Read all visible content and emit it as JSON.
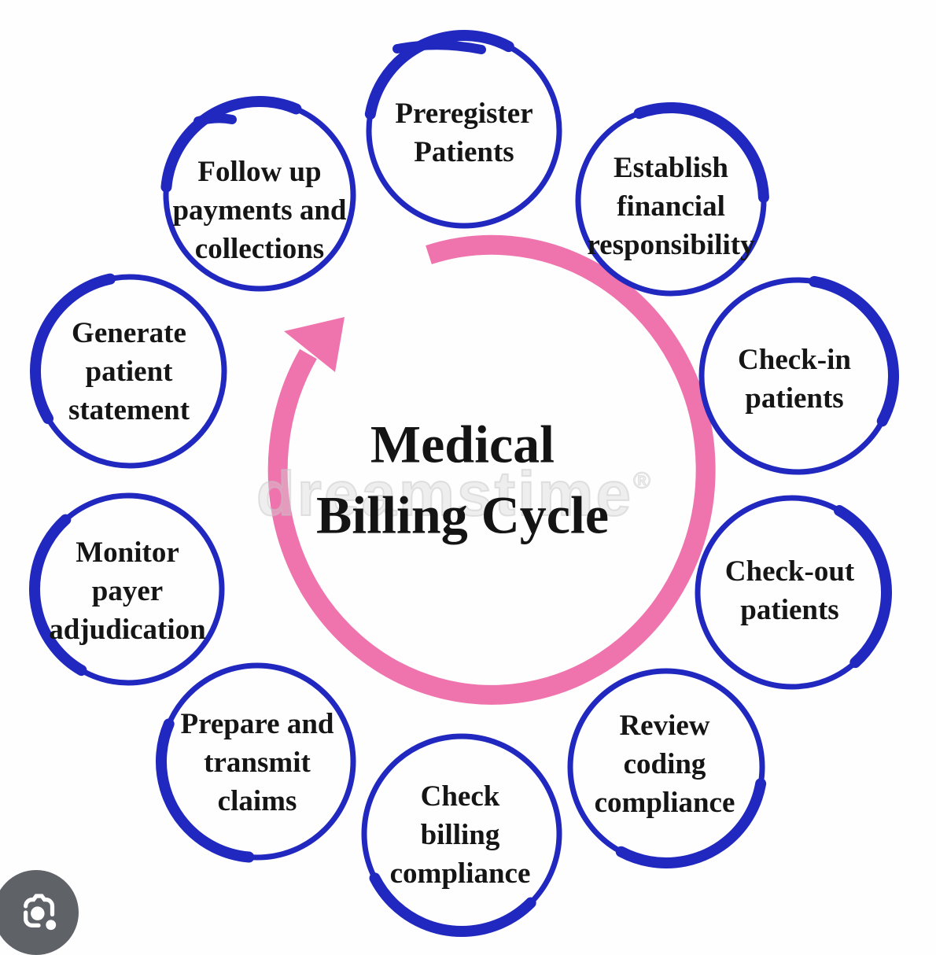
{
  "title": {
    "text": "Medical\nBilling Cycle"
  },
  "watermark": {
    "text": "dreamstime",
    "symbol": "®"
  },
  "steps": [
    {
      "label": "Preregister\nPatients"
    },
    {
      "label": "Establish\nfinancial\nresponsibility"
    },
    {
      "label": "Check-in\npatients"
    },
    {
      "label": "Check-out\npatients"
    },
    {
      "label": "Review\ncoding\ncompliance"
    },
    {
      "label": "Check\nbilling\ncompliance"
    },
    {
      "label": "Prepare and\ntransmit\nclaims"
    },
    {
      "label": "Monitor\npayer\nadjudication"
    },
    {
      "label": "Generate\npatient\nstatement"
    },
    {
      "label": "Follow up\npayments and\ncollections"
    }
  ],
  "icons": {
    "lens_camera": "google-lens-camera-icon"
  },
  "colors": {
    "blue": "#2128bf",
    "pink": "#ef74ad",
    "text": "#151515",
    "gray": "#5f6368"
  }
}
